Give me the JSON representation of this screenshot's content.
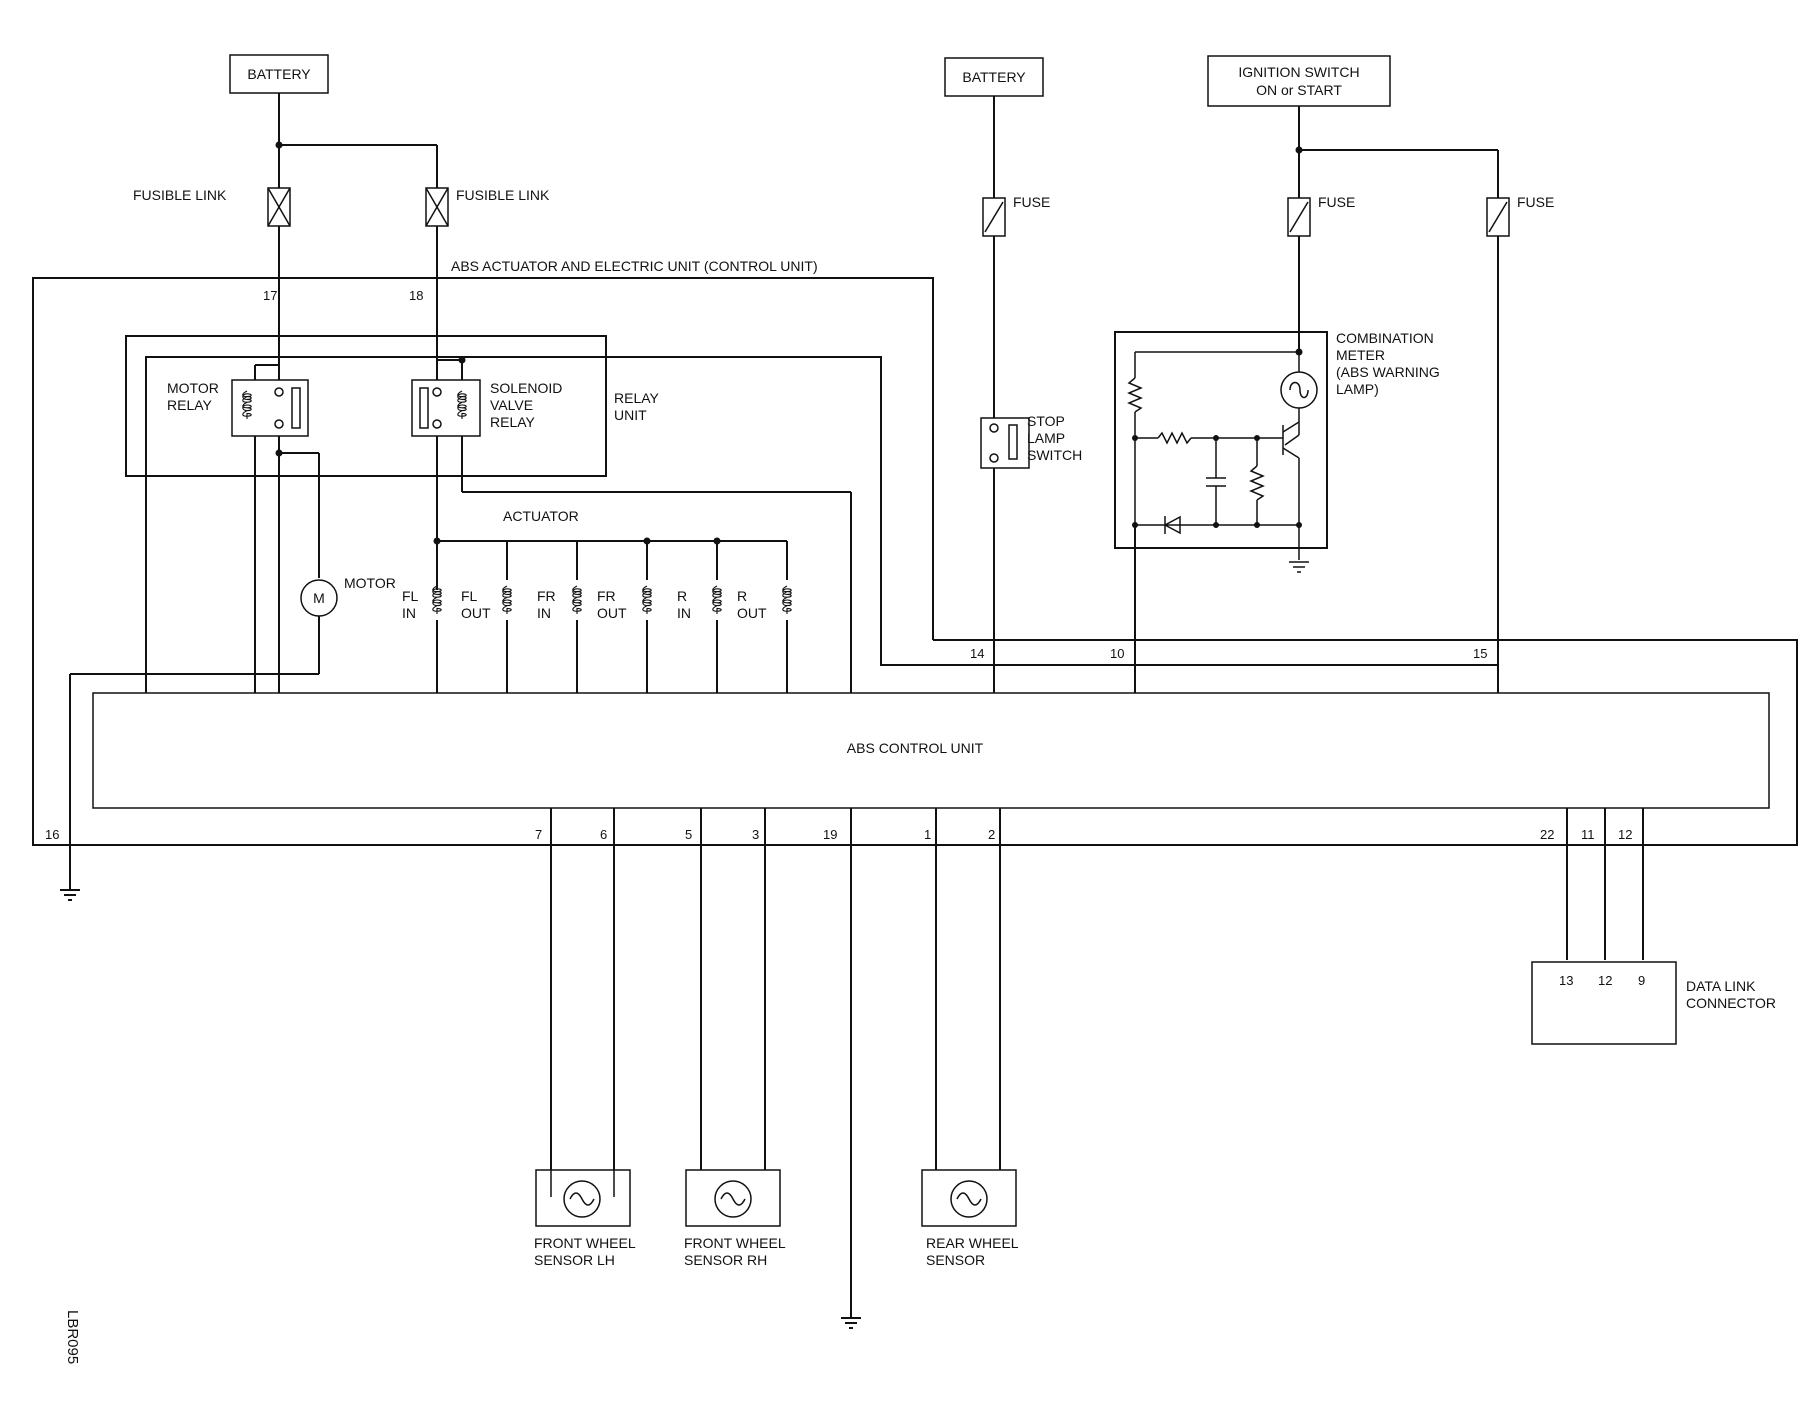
{
  "labels": {
    "battery_left": "BATTERY",
    "battery_mid": "BATTERY",
    "ignition_line1": "IGNITION SWITCH",
    "ignition_line2": "ON or START",
    "fusible_link_left": "FUSIBLE LINK",
    "fusible_link_right": "FUSIBLE LINK",
    "fuse_stop": "FUSE",
    "fuse_meter": "FUSE",
    "fuse_right": "FUSE",
    "abs_actuator_unit": "ABS ACTUATOR AND ELECTRIC UNIT (CONTROL UNIT)",
    "motor_relay_1": "MOTOR",
    "motor_relay_2": "RELAY",
    "solenoid_1": "SOLENOID",
    "solenoid_2": "VALVE",
    "solenoid_3": "RELAY",
    "relay_unit_1": "RELAY",
    "relay_unit_2": "UNIT",
    "actuator": "ACTUATOR",
    "motor": "MOTOR",
    "motor_symbol": "M",
    "fl_in_1": "FL",
    "fl_in_2": "IN",
    "fl_out_1": "FL",
    "fl_out_2": "OUT",
    "fr_in_1": "FR",
    "fr_in_2": "IN",
    "fr_out_1": "FR",
    "fr_out_2": "OUT",
    "r_in_1": "R",
    "r_in_2": "IN",
    "r_out_1": "R",
    "r_out_2": "OUT",
    "stop_lamp_1": "STOP",
    "stop_lamp_2": "LAMP",
    "stop_lamp_3": "SWITCH",
    "combo_1": "COMBINATION",
    "combo_2": "METER",
    "combo_3": "(ABS WARNING",
    "combo_4": "LAMP)",
    "abs_control_unit": "ABS CONTROL UNIT",
    "fw_lh_1": "FRONT WHEEL",
    "fw_lh_2": "SENSOR LH",
    "fw_rh_1": "FRONT WHEEL",
    "fw_rh_2": "SENSOR RH",
    "rw_1": "REAR WHEEL",
    "rw_2": "SENSOR",
    "dlc_1": "DATA LINK",
    "dlc_2": "CONNECTOR",
    "figure_code": "LBR095"
  },
  "pins": {
    "p17": "17",
    "p18": "18",
    "p14": "14",
    "p10": "10",
    "p15": "15",
    "p16": "16",
    "p7": "7",
    "p6": "6",
    "p5": "5",
    "p3": "3",
    "p19": "19",
    "p1": "1",
    "p2": "2",
    "p22": "22",
    "p11": "11",
    "p12": "12",
    "dlc13": "13",
    "dlc12": "12",
    "dlc9": "9"
  }
}
